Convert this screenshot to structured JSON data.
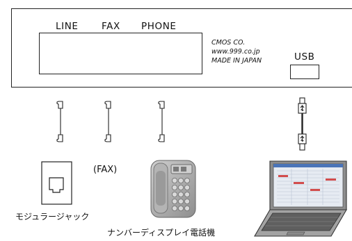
{
  "device": {
    "ports": {
      "line": "LINE",
      "fax": "FAX",
      "phone": "PHONE",
      "usb": "USB"
    },
    "manufacturer": {
      "name": "CMOS CO.",
      "url": "www.999.co.jp",
      "origin": "MADE IN JAPAN"
    }
  },
  "devices": {
    "fax": "(FAX)",
    "modular_jack": "モジュラージャック",
    "caller_id_phone": "ナンバーディスプレイ電話機"
  },
  "icons": [
    "cable-icon",
    "usb-cable-icon",
    "modular-jack-icon",
    "telephone-icon",
    "laptop-icon"
  ],
  "colors": {
    "outline": "#222222",
    "phone_body": "#a8a8a8",
    "laptop_body": "#8c8c8c",
    "laptop_screen": "#e6ebf2"
  }
}
